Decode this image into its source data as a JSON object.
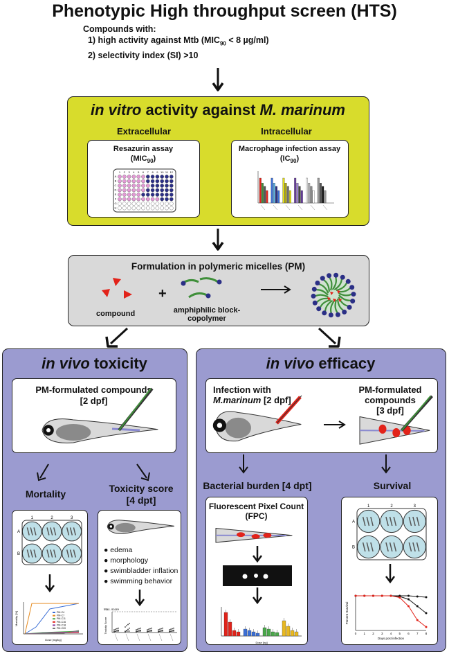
{
  "title": "Phenotypic High throughput screen (HTS)",
  "criteria": {
    "heading": "Compounds with:",
    "item1_pre": "1) high activity against Mtb (MIC",
    "item1_sub": "90",
    "item1_post": " < 8 µg/ml)",
    "item2": "2) selectivity index (SI)  >10"
  },
  "invitro": {
    "title_italic": "in vitro",
    "title_normal": " activity against ",
    "title_species": "M. marinum",
    "extracellular": "Extracellular",
    "intracellular": "Intracellular",
    "resazurin": "Resazurin assay",
    "resazurin_metric": "(MIC",
    "resazurin_sub": "90",
    "macrophage": "Macrophage infection assay",
    "macrophage_metric": "(IC",
    "macrophage_sub": "90",
    "plate_cols": [
      "1",
      "2",
      "3",
      "4",
      "5",
      "6",
      "7",
      "8",
      "9",
      "10",
      "11",
      "12"
    ],
    "plate_rows": [
      "A",
      "B",
      "C",
      "D",
      "E",
      "F",
      "G",
      "H"
    ]
  },
  "formulation": {
    "title": "Formulation in polymeric micelles (PM)",
    "compound": "compound",
    "plus": "+",
    "copolymer": "amphiphilic block-copolymer"
  },
  "toxicity": {
    "title_italic": "in vivo",
    "title_normal": " toxicity",
    "pm_title": "PM-formulated compounds",
    "pm_time": "[2 dpf]",
    "mortality": "Mortality",
    "toxscore": "Toxicity score",
    "toxscore_time": "[4 dpt]",
    "well_cols": [
      "1",
      "2",
      "3"
    ],
    "well_rows": [
      "A",
      "B"
    ],
    "bullets": [
      "edema",
      "morphology",
      "swimbladder inflation",
      "swimming behavior"
    ],
    "mort_ylabel": "Mortality [%]",
    "mort_xlabel": "Dose [mg/kg]",
    "mort_legend": [
      "PM-C4",
      "PM-C7",
      "PM-C11",
      "PM-C16",
      "PM-C18",
      "PM-C20"
    ],
    "tox_ylabel": "Toxicity Score",
    "tox_maxscore": "Max. score"
  },
  "efficacy": {
    "title_italic": "in vivo",
    "title_normal": " efficacy",
    "infection": "Infection with",
    "infection_species": "M.marinum",
    "infection_time": "[2 dpf]",
    "pm_title": "PM-formulated compounds",
    "pm_time": "[3 dpf]",
    "burden": "Bacterial burden [4 dpt]",
    "survival": "Survival",
    "fpc_title": "Fluorescent Pixel Count (FPC)",
    "fpc_xlabel": "Dose [ng]",
    "surv_ylabel": "Percent Survival",
    "surv_xlabel": "Days post infection",
    "surv_days": [
      "0",
      "1",
      "2",
      "3",
      "4",
      "5",
      "6",
      "7",
      "8"
    ]
  },
  "colors": {
    "yellow": "#d8dc2c",
    "gray": "#d9d9d9",
    "lavender": "#9b9bd0",
    "pink": "#e39ad6",
    "navy": "#2b2f86",
    "red": "#e2231a",
    "green": "#3f8f3a",
    "fish": "#bdbdbd",
    "well": "#bfe0e8"
  },
  "icons": [
    "arrow-down-icon",
    "arrow-right-icon",
    "syringe-icon",
    "zebrafish-icon",
    "micelle-icon"
  ]
}
